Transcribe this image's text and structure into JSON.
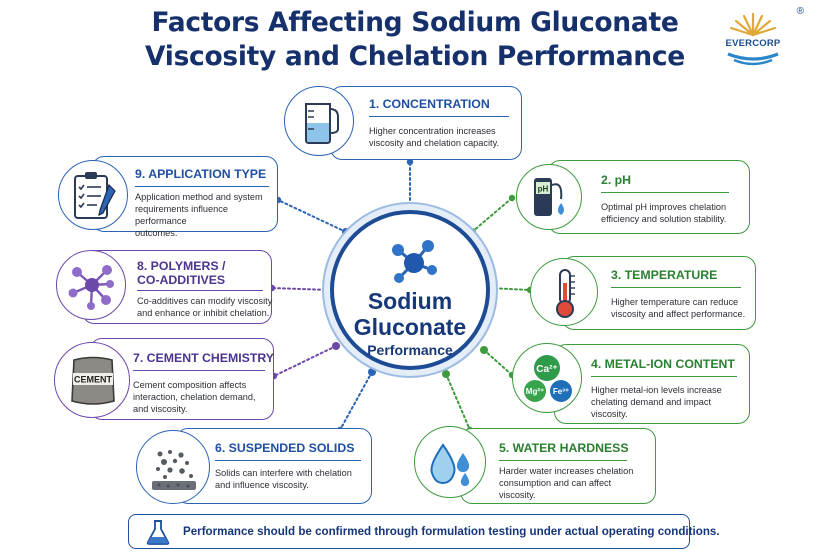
{
  "title": {
    "line1": "Factors Affecting Sodium Gluconate",
    "line2": "Viscosity and Chelation Performance"
  },
  "logo": {
    "text": "EVERCORP",
    "registered": "®"
  },
  "hub": {
    "line1": "Sodium",
    "line2": "Gluconate",
    "line3": "Performance",
    "icon": "molecule-icon"
  },
  "factors": [
    {
      "id": "concentration",
      "title": "1. CONCENTRATION",
      "body": [
        "Higher concentration increases",
        "viscosity and chelation capacity."
      ],
      "icon": "beaker-icon",
      "color": "#2b63b5"
    },
    {
      "id": "ph",
      "title": "2. pH",
      "body": [
        "Optimal pH improves chelation",
        "efficiency and solution stability."
      ],
      "icon": "ph-meter-icon",
      "icon_label": "pH",
      "color": "#3d9a3d"
    },
    {
      "id": "temperature",
      "title": "3. TEMPERATURE",
      "body": [
        "Higher temperature can reduce",
        "viscosity and affect performance."
      ],
      "icon": "thermometer-icon",
      "color": "#3d9a3d"
    },
    {
      "id": "metal-ion",
      "title": "4. METAL-ION CONTENT",
      "body": [
        "Higher metal-ion levels increase",
        "chelating demand and impact",
        "viscosity."
      ],
      "icon": "metal-ions-icon",
      "ions": [
        "Ca²⁺",
        "Mg²⁺",
        "Fe³⁺"
      ],
      "color": "#3d9a3d"
    },
    {
      "id": "water-hardness",
      "title": "5. WATER HARDNESS",
      "body": [
        "Harder water increases chelation",
        "consumption and can affect",
        "viscosity."
      ],
      "icon": "water-drops-icon",
      "color": "#3d9a3d"
    },
    {
      "id": "suspended-solids",
      "title": "6. SUSPENDED SOLIDS",
      "body": [
        "Solids can interfere with chelation",
        "and influence viscosity."
      ],
      "icon": "particles-icon",
      "color": "#2b63b5"
    },
    {
      "id": "cement-chemistry",
      "title": "7. CEMENT CHEMISTRY",
      "body": [
        "Cement composition affects",
        "interaction, chelation demand,",
        "and viscosity."
      ],
      "icon": "cement-bag-icon",
      "icon_label": "CEMENT",
      "color": "#6c48a8"
    },
    {
      "id": "polymers",
      "title": "8. POLYMERS /",
      "title2": "CO-ADDITIVES",
      "body": [
        "Co-additives can modify viscosity",
        "and enhance or inhibit chelation."
      ],
      "icon": "polymer-network-icon",
      "color": "#6c48a8"
    },
    {
      "id": "application",
      "title": "9. APPLICATION TYPE",
      "body": [
        "Application method and system",
        "requirements influence performance",
        "outcomes."
      ],
      "icon": "clipboard-icon",
      "color": "#2b63b5"
    }
  ],
  "footer": {
    "text": "Performance should be confirmed through formulation testing under actual operating conditions.",
    "icon": "flask-icon"
  },
  "colors": {
    "navy": "#15306b",
    "blue": "#2b63b5",
    "green": "#3d9a3d",
    "purple": "#6c48a8"
  }
}
